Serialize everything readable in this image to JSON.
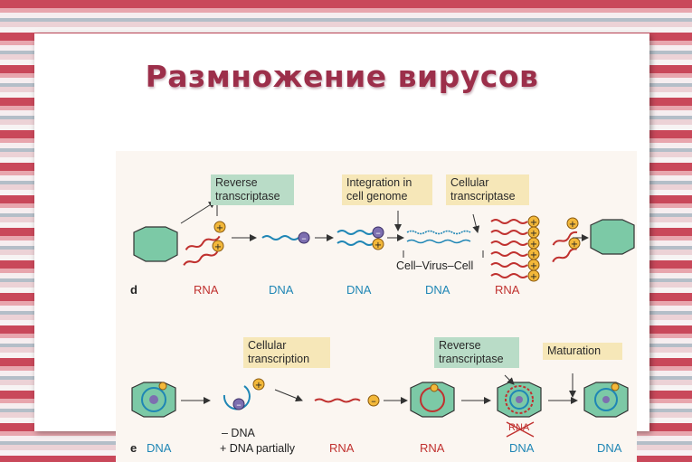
{
  "slide": {
    "title": "Размножение вирусов"
  },
  "row_d": {
    "panel_letter": "d",
    "boxes": {
      "reverse_transcriptase": "Reverse transcriptase",
      "integration": "Integration in cell genome",
      "cellular_transcriptase": "Cellular transcriptase"
    },
    "cell_virus_cell": "Cell–Virus–Cell",
    "stages": [
      "RNA",
      "DNA",
      "DNA",
      "DNA",
      "RNA"
    ]
  },
  "row_e": {
    "panel_letter": "e",
    "boxes": {
      "cellular_transcription": "Cellular transcription",
      "reverse_transcriptase": "Reverse transcriptase",
      "maturation": "Maturation"
    },
    "first_stage": "DNA",
    "note_minus": "– DNA",
    "note_plus": "+ DNA partially",
    "stages": [
      "RNA",
      "RNA",
      "DNA",
      "DNA"
    ],
    "crossed_label": "RNA"
  },
  "colors": {
    "rna": "#c0312f",
    "dna": "#1f86b5",
    "capsid": "#7cc9a6",
    "label_bg": "#f6e7b8",
    "title": "#9c2f4a"
  }
}
